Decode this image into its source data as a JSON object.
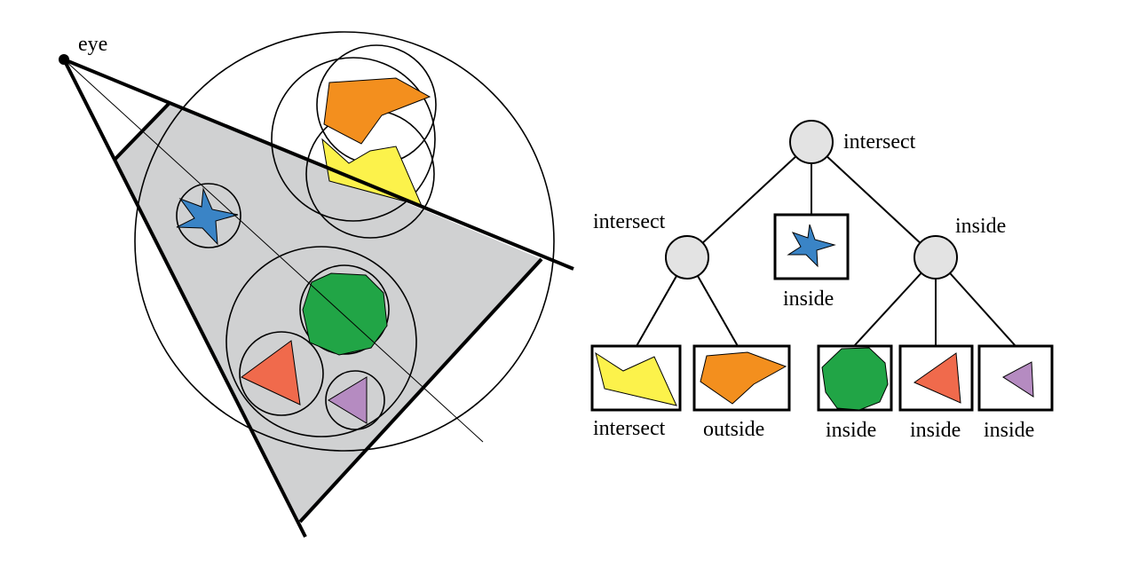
{
  "scene": {
    "eye_label": "eye"
  },
  "tree": {
    "root_label": "intersect",
    "left_node_label": "intersect",
    "right_node_label": "inside",
    "star_label": "inside",
    "leaf_labels": {
      "yellow": "intersect",
      "orange": "outside",
      "green": "inside",
      "red": "inside",
      "purple": "inside"
    }
  },
  "colors": {
    "frustum_fill": "#d0d1d2",
    "node_fill": "#e3e3e3",
    "orange": "#f38f1e",
    "yellow": "#fcf24b",
    "blue": "#3a84c6",
    "green": "#21a546",
    "red": "#f06a4c",
    "purple": "#b58bc1"
  }
}
